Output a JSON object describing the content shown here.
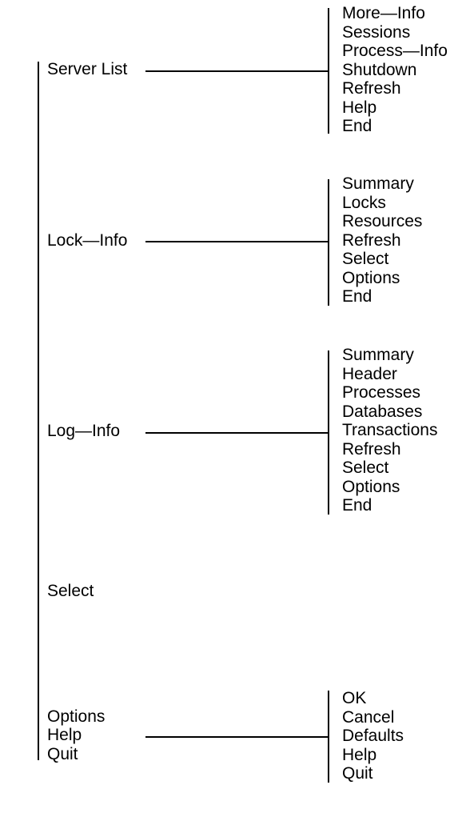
{
  "main_menu": {
    "server_list": "Server List",
    "lock_info": "Lock—Info",
    "log_info": "Log—Info",
    "select": "Select",
    "options": "Options",
    "help": "Help",
    "quit": "Quit"
  },
  "submenus": {
    "server_list": [
      "More—Info",
      "Sessions",
      "Process—Info",
      "Shutdown",
      "Refresh",
      "Help",
      "End"
    ],
    "lock_info": [
      "Summary",
      "Locks",
      "Resources",
      "Refresh",
      "Select",
      "Options",
      "End"
    ],
    "log_info": [
      "Summary",
      "Header",
      "Processes",
      "Databases",
      "Transactions",
      "Refresh",
      "Select",
      "Options",
      "End"
    ],
    "options_help_quit": [
      "OK",
      "Cancel",
      "Defaults",
      "Help",
      "Quit"
    ]
  }
}
